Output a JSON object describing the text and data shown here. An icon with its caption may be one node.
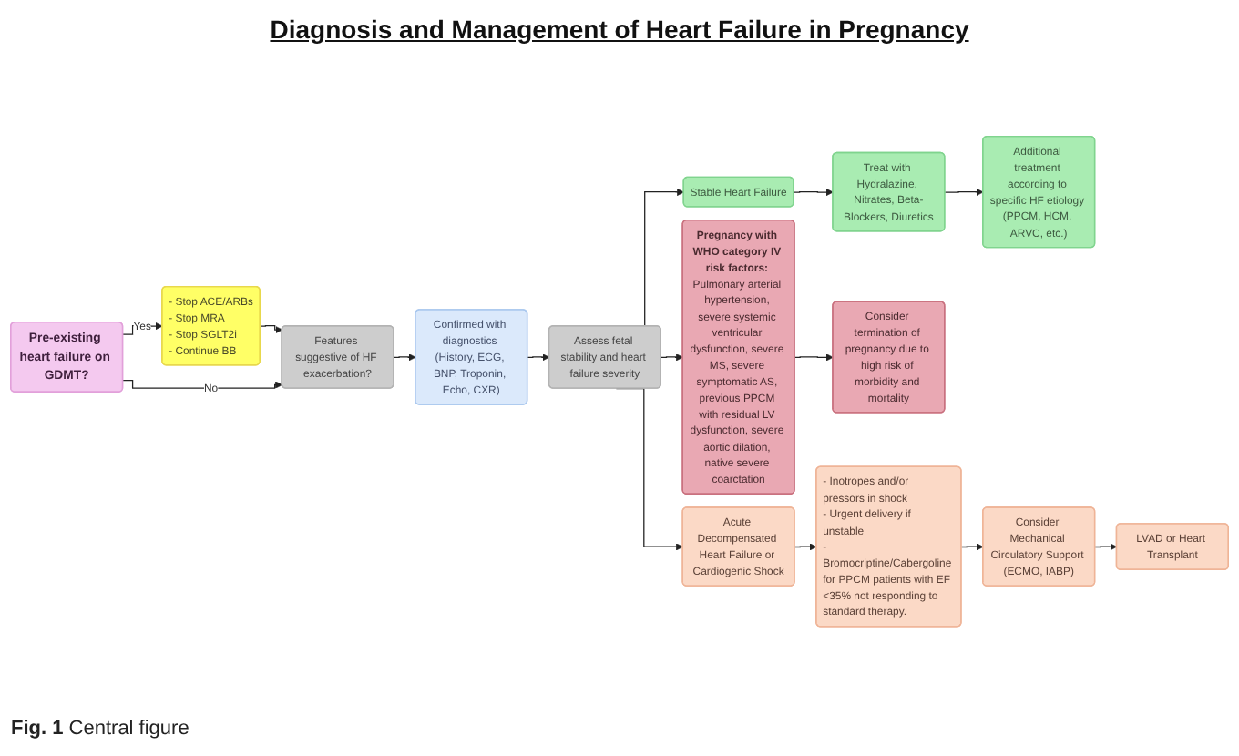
{
  "diagram": {
    "title": "Diagnosis and Management of Heart Failure in Pregnancy",
    "caption": "**Fig. 1** Central figure",
    "nodes": [
      {
        "text": [
          "Pre-existing heart failure on GDMT?"
        ]
      },
      {
        "text": [
          "- Stop ACE/ARBs",
          "- Stop MRA",
          "- Stop SGLT2i",
          "- Continue BB"
        ]
      },
      {
        "text": [
          "Features suggestive of HF exacerbation?"
        ]
      },
      {
        "text": [
          "Confirmed with diagnostics (History, ECG, BNP, Troponin, Echo, CXR)"
        ]
      },
      {
        "text": [
          "Assess fetal stability and heart failure severity"
        ]
      },
      {
        "text": [
          "Stable Heart Failure"
        ]
      },
      {
        "text": [
          "Treat with Hydralazine, Nitrates, Beta-Blockers, Diuretics"
        ]
      },
      {
        "text": [
          "Additional treatment according to specific HF etiology (PPCM, HCM, ARVC, etc.)"
        ]
      },
      {
        "text": [
          "**Pregnancy with WHO category IV risk factors:** Pulmonary arterial hypertension, severe systemic ventricular dysfunction, severe MS, severe symptomatic AS, previous PPCM with residual LV dysfunction, severe aortic dilation, native severe coarctation"
        ]
      },
      {
        "text": [
          "Consider termination of pregnancy due to high risk of morbidity and mortality"
        ]
      },
      {
        "text": [
          "Acute Decompensated Heart Failure or Cardiogenic Shock"
        ]
      },
      {
        "text": [
          "- Inotropes and/or pressors in shock",
          "- Urgent delivery if unstable",
          "- Bromocriptine/Cabergoline for PPCM patients with EF <35% not responding to standard therapy."
        ]
      },
      {
        "text": [
          "Consider Mechanical Circulatory Support (ECMO, IABP)"
        ]
      },
      {
        "text": [
          "LVAD or Heart Transplant"
        ]
      }
    ],
    "edges": [
      {
        "from": 0,
        "to": 1,
        "arrow": "to",
        "label": "Yes"
      },
      {
        "from": 1,
        "to": 2,
        "arrow": "to"
      },
      {
        "from": 0,
        "to": 2,
        "arrow": "to",
        "label": "No"
      },
      {
        "from": 2,
        "to": 3,
        "arrow": "to"
      },
      {
        "from": 3,
        "to": 4,
        "arrow": "to"
      },
      {
        "from": 4,
        "to": 5,
        "arrow": "to"
      },
      {
        "from": 5,
        "to": 6,
        "arrow": "to"
      },
      {
        "from": 6,
        "to": 7,
        "arrow": "to"
      },
      {
        "from": 4,
        "to": 8,
        "arrow": "to"
      },
      {
        "from": 8,
        "to": 9,
        "arrow": "to"
      },
      {
        "from": 4,
        "to": 10,
        "arrow": "to"
      },
      {
        "from": 10,
        "to": 11,
        "arrow": "to"
      },
      {
        "from": 11,
        "to": 12,
        "arrow": "to"
      },
      {
        "from": 12,
        "to": 13,
        "arrow": "to"
      }
    ]
  }
}
